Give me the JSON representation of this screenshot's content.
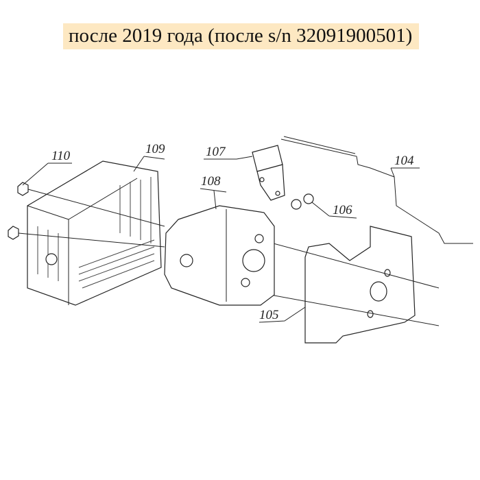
{
  "header": {
    "title": "после 2019 года (после s/n 32091900501)",
    "background": "#fde8c2"
  },
  "diagram": {
    "labels": [
      "110",
      "109",
      "107",
      "108",
      "104",
      "106",
      "105"
    ],
    "parts": [
      "nut",
      "muffler-guard",
      "bracket",
      "muffler",
      "wire-rod",
      "bolt",
      "heat-shield"
    ]
  }
}
